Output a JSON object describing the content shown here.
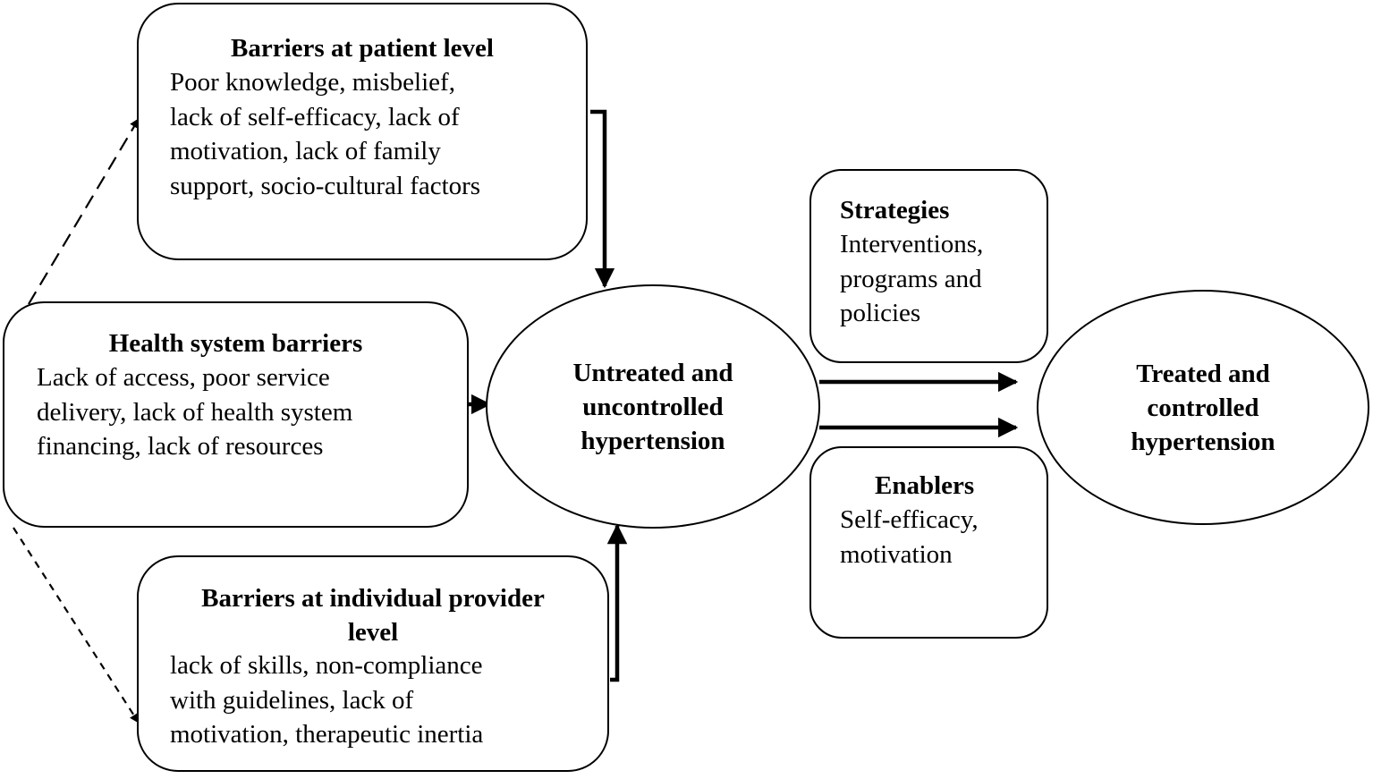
{
  "patient_box": {
    "title": "Barriers at patient level",
    "lines": [
      "Poor knowledge, misbelief,",
      "lack of self-efficacy, lack of",
      "motivation, lack of family",
      "support, socio-cultural factors"
    ]
  },
  "health_system_box": {
    "title": "Health system barriers",
    "lines": [
      "Lack of access, poor service",
      "delivery, lack of health system",
      "financing, lack of resources"
    ]
  },
  "provider_box": {
    "title_lines": [
      "Barriers at individual provider",
      "level"
    ],
    "lines": [
      "lack of skills, non-compliance",
      "with guidelines, lack of",
      "motivation, therapeutic inertia"
    ]
  },
  "untreated_ellipse": {
    "lines": [
      "Untreated and",
      "uncontrolled",
      "hypertension"
    ]
  },
  "strategies_box": {
    "title": "Strategies",
    "lines": [
      "Interventions,",
      "programs and",
      "policies"
    ]
  },
  "enablers_box": {
    "title": "Enablers",
    "lines": [
      "Self-efficacy,",
      "motivation"
    ]
  },
  "treated_ellipse": {
    "lines": [
      "Treated and",
      "controlled",
      "hypertension"
    ]
  }
}
